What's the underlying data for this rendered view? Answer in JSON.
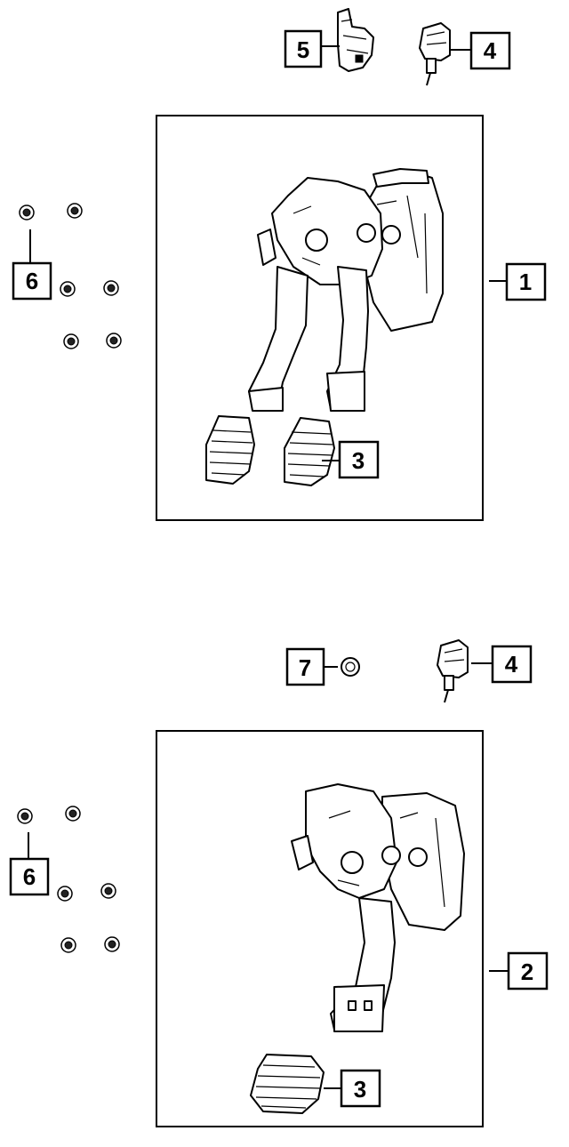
{
  "callouts": {
    "c1": "1",
    "c2": "2",
    "c3a": "3",
    "c3b": "3",
    "c4a": "4",
    "c4b": "4",
    "c5": "5",
    "c6a": "6",
    "c6b": "6",
    "c7": "7"
  },
  "colors": {
    "line": "#000000",
    "background": "#ffffff"
  }
}
